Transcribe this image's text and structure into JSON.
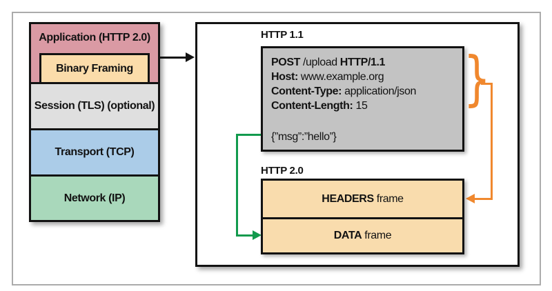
{
  "colors": {
    "page_border": "#ababab",
    "outline_black": "#121212",
    "layer_application_pink": "#da9aa4",
    "binary_framing_tan": "#fbdcaa",
    "layer_session_gray": "#dfdfdf",
    "layer_transport_blue": "#abcce8",
    "layer_network_green": "#a9d8bb",
    "request_box_gray": "#c3c3c3",
    "frames_tan": "#f9dcad",
    "connector_orange": "#f0882e",
    "connector_green": "#129a4d"
  },
  "stack": {
    "application_label": "Application (HTTP 2.0)",
    "binary_framing_label": "Binary Framing",
    "session_label": "Session (TLS) (optional)",
    "transport_label": "Transport (TCP)",
    "network_label": "Network (IP)"
  },
  "http11_panel": {
    "title": "HTTP 1.1",
    "request_line": {
      "method": "POST",
      "path": " /upload ",
      "version": "HTTP/1.1"
    },
    "headers": [
      {
        "name": "Host:",
        "value": " www.example.org"
      },
      {
        "name": "Content-Type:",
        "value": " application/json"
      },
      {
        "name": "Content-Length:",
        "value": " 15"
      }
    ],
    "body": "{”msg”:”hello”}",
    "brace_glyph": "}"
  },
  "http20_panel": {
    "title": "HTTP 2.0",
    "headers_frame": {
      "bold": "HEADERS",
      "rest": " frame"
    },
    "data_frame": {
      "bold": "DATA",
      "rest": " frame"
    }
  }
}
